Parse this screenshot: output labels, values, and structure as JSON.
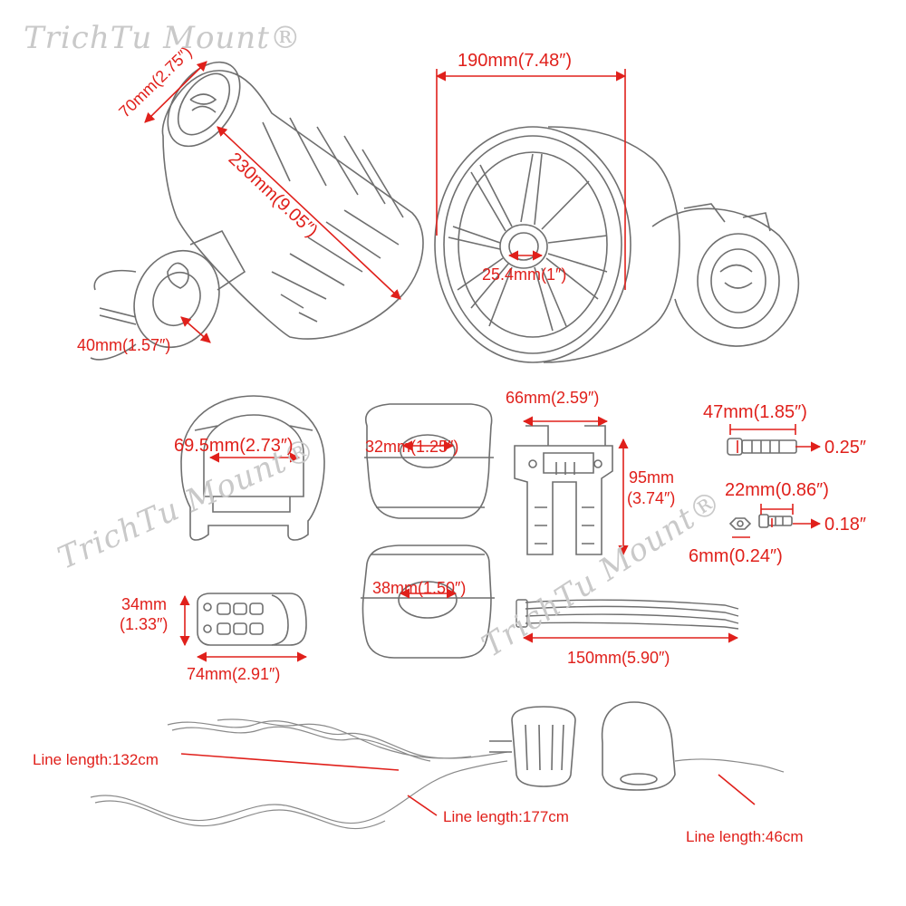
{
  "watermark": {
    "brand": "TrichTu Mount",
    "mark": "®",
    "color": "#c9c9c9"
  },
  "labels": {
    "speaker_diameter": "70mm(2.75″)",
    "speaker_length": "230mm(9.05″)",
    "speaker_width": "190mm(7.48″)",
    "tweeter": "25.4mm(1″)",
    "clamp_small": "40mm(1.57″)",
    "ring_clamp": "69.5mm(2.73″)",
    "clamp_32": "32mm(1.25″)",
    "clamp_38": "38mm(1.50″)",
    "bracket_width": "66mm(2.59″)",
    "bracket_height_mm": "95mm",
    "bracket_height_in": "(3.74″)",
    "bolt_long_length": "47mm(1.85″)",
    "bolt_long_dia": "0.25″",
    "bolt_short_length": "22mm(0.86″)",
    "bolt_short_dia": "0.18″",
    "nut": "6mm(0.24″)",
    "remote_height_mm": "34mm",
    "remote_height_in": "(1.33″)",
    "remote_width": "74mm(2.91″)",
    "ties": "150mm(5.90″)",
    "line_132": "Line length:132cm",
    "line_177": "Line length:177cm",
    "line_46": "Line length:46cm"
  },
  "colors": {
    "dimension": "#e0201b",
    "sketch": "#6f6f6f"
  }
}
